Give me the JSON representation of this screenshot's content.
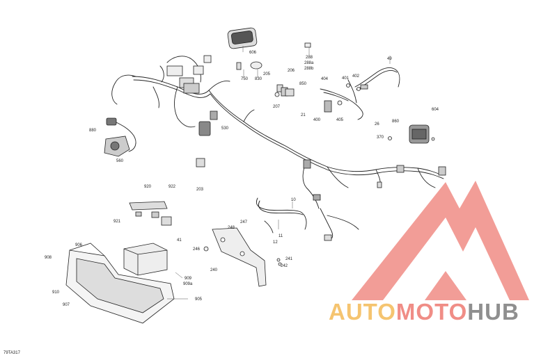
{
  "diagram": {
    "drawing_code": "79TA317",
    "callouts": [
      {
        "id": "c606",
        "text": "606"
      },
      {
        "id": "c750",
        "text": "750"
      },
      {
        "id": "c830",
        "text": "830"
      },
      {
        "id": "c206",
        "text": "206"
      },
      {
        "id": "c205",
        "text": "205"
      },
      {
        "id": "c207",
        "text": "207"
      },
      {
        "id": "c850",
        "text": "850"
      },
      {
        "id": "c288",
        "text": "288"
      },
      {
        "id": "c288a",
        "text": "288a"
      },
      {
        "id": "c288b",
        "text": "288b"
      },
      {
        "id": "c49",
        "text": "49"
      },
      {
        "id": "c401",
        "text": "401"
      },
      {
        "id": "c402",
        "text": "402"
      },
      {
        "id": "c404",
        "text": "404"
      },
      {
        "id": "c21",
        "text": "21"
      },
      {
        "id": "c400",
        "text": "400"
      },
      {
        "id": "c405",
        "text": "405"
      },
      {
        "id": "c26",
        "text": "26"
      },
      {
        "id": "c860",
        "text": "860"
      },
      {
        "id": "c604",
        "text": "604"
      },
      {
        "id": "c370",
        "text": "370"
      },
      {
        "id": "c880",
        "text": "880"
      },
      {
        "id": "c530",
        "text": "530"
      },
      {
        "id": "c560",
        "text": "560"
      },
      {
        "id": "c203",
        "text": "203"
      },
      {
        "id": "c920",
        "text": "920"
      },
      {
        "id": "c922",
        "text": "922"
      },
      {
        "id": "c921",
        "text": "921"
      },
      {
        "id": "c41",
        "text": "41"
      },
      {
        "id": "c10",
        "text": "10"
      },
      {
        "id": "c247",
        "text": "247"
      },
      {
        "id": "c248",
        "text": "248"
      },
      {
        "id": "c11",
        "text": "11"
      },
      {
        "id": "c12",
        "text": "12"
      },
      {
        "id": "c246",
        "text": "246"
      },
      {
        "id": "c240",
        "text": "240"
      },
      {
        "id": "c241",
        "text": "241"
      },
      {
        "id": "c242",
        "text": "242"
      },
      {
        "id": "c906",
        "text": "906"
      },
      {
        "id": "c908",
        "text": "908"
      },
      {
        "id": "c909",
        "text": "909"
      },
      {
        "id": "c909a",
        "text": "909a"
      },
      {
        "id": "c910",
        "text": "910"
      },
      {
        "id": "c907",
        "text": "907"
      },
      {
        "id": "c905",
        "text": "905"
      }
    ]
  },
  "watermark": {
    "part1": "AUTO",
    "part2": "MOTO",
    "part3": "HUB",
    "colors": {
      "auto": "#f5c470",
      "moto": "#f08d86",
      "hub": "#8f8f8f",
      "logo": "#f08d86"
    }
  }
}
